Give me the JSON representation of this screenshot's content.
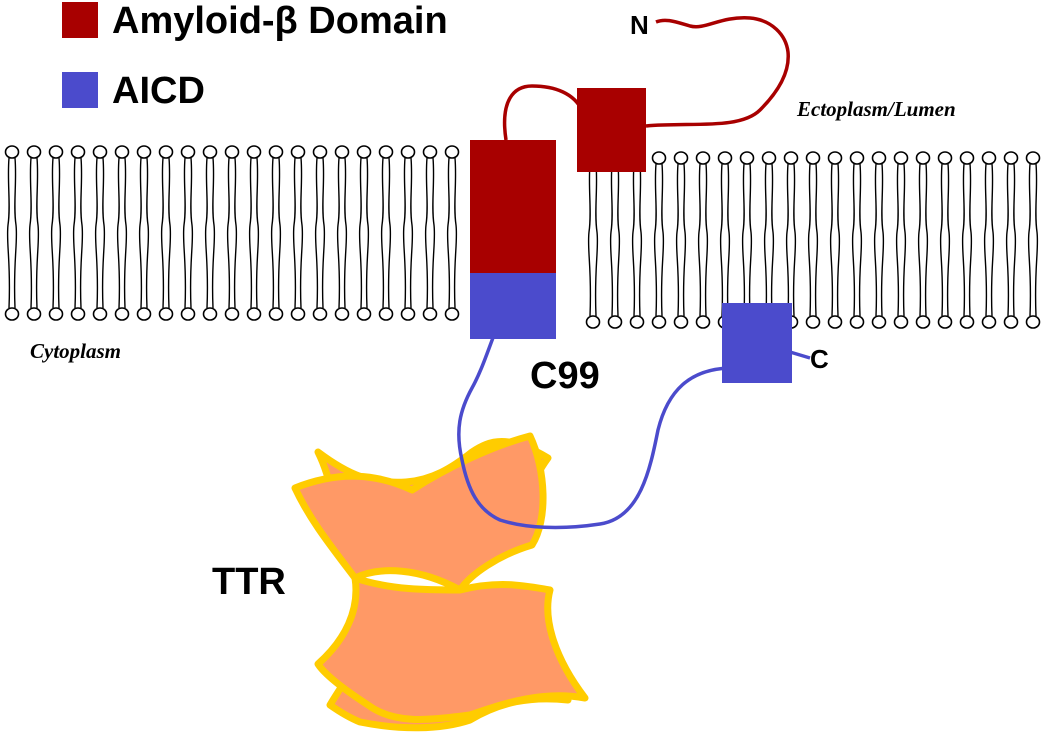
{
  "legend": [
    {
      "label": "Amyloid-β Domain",
      "color": "#a80000"
    },
    {
      "label": "AICD",
      "color": "#4b4bcc"
    }
  ],
  "labels": {
    "n_terminus": "N",
    "c_terminus": "C",
    "ectoplasm": "Ectoplasm/Lumen",
    "cytoplasm": "Cytoplasm",
    "c99": "C99",
    "ttr": "TTR"
  },
  "colors": {
    "amyloid": "#a80000",
    "aicd": "#4b4bcc",
    "ttr_fill": "#ff9966",
    "ttr_outline": "#ffcc00",
    "membrane": "#000000"
  }
}
